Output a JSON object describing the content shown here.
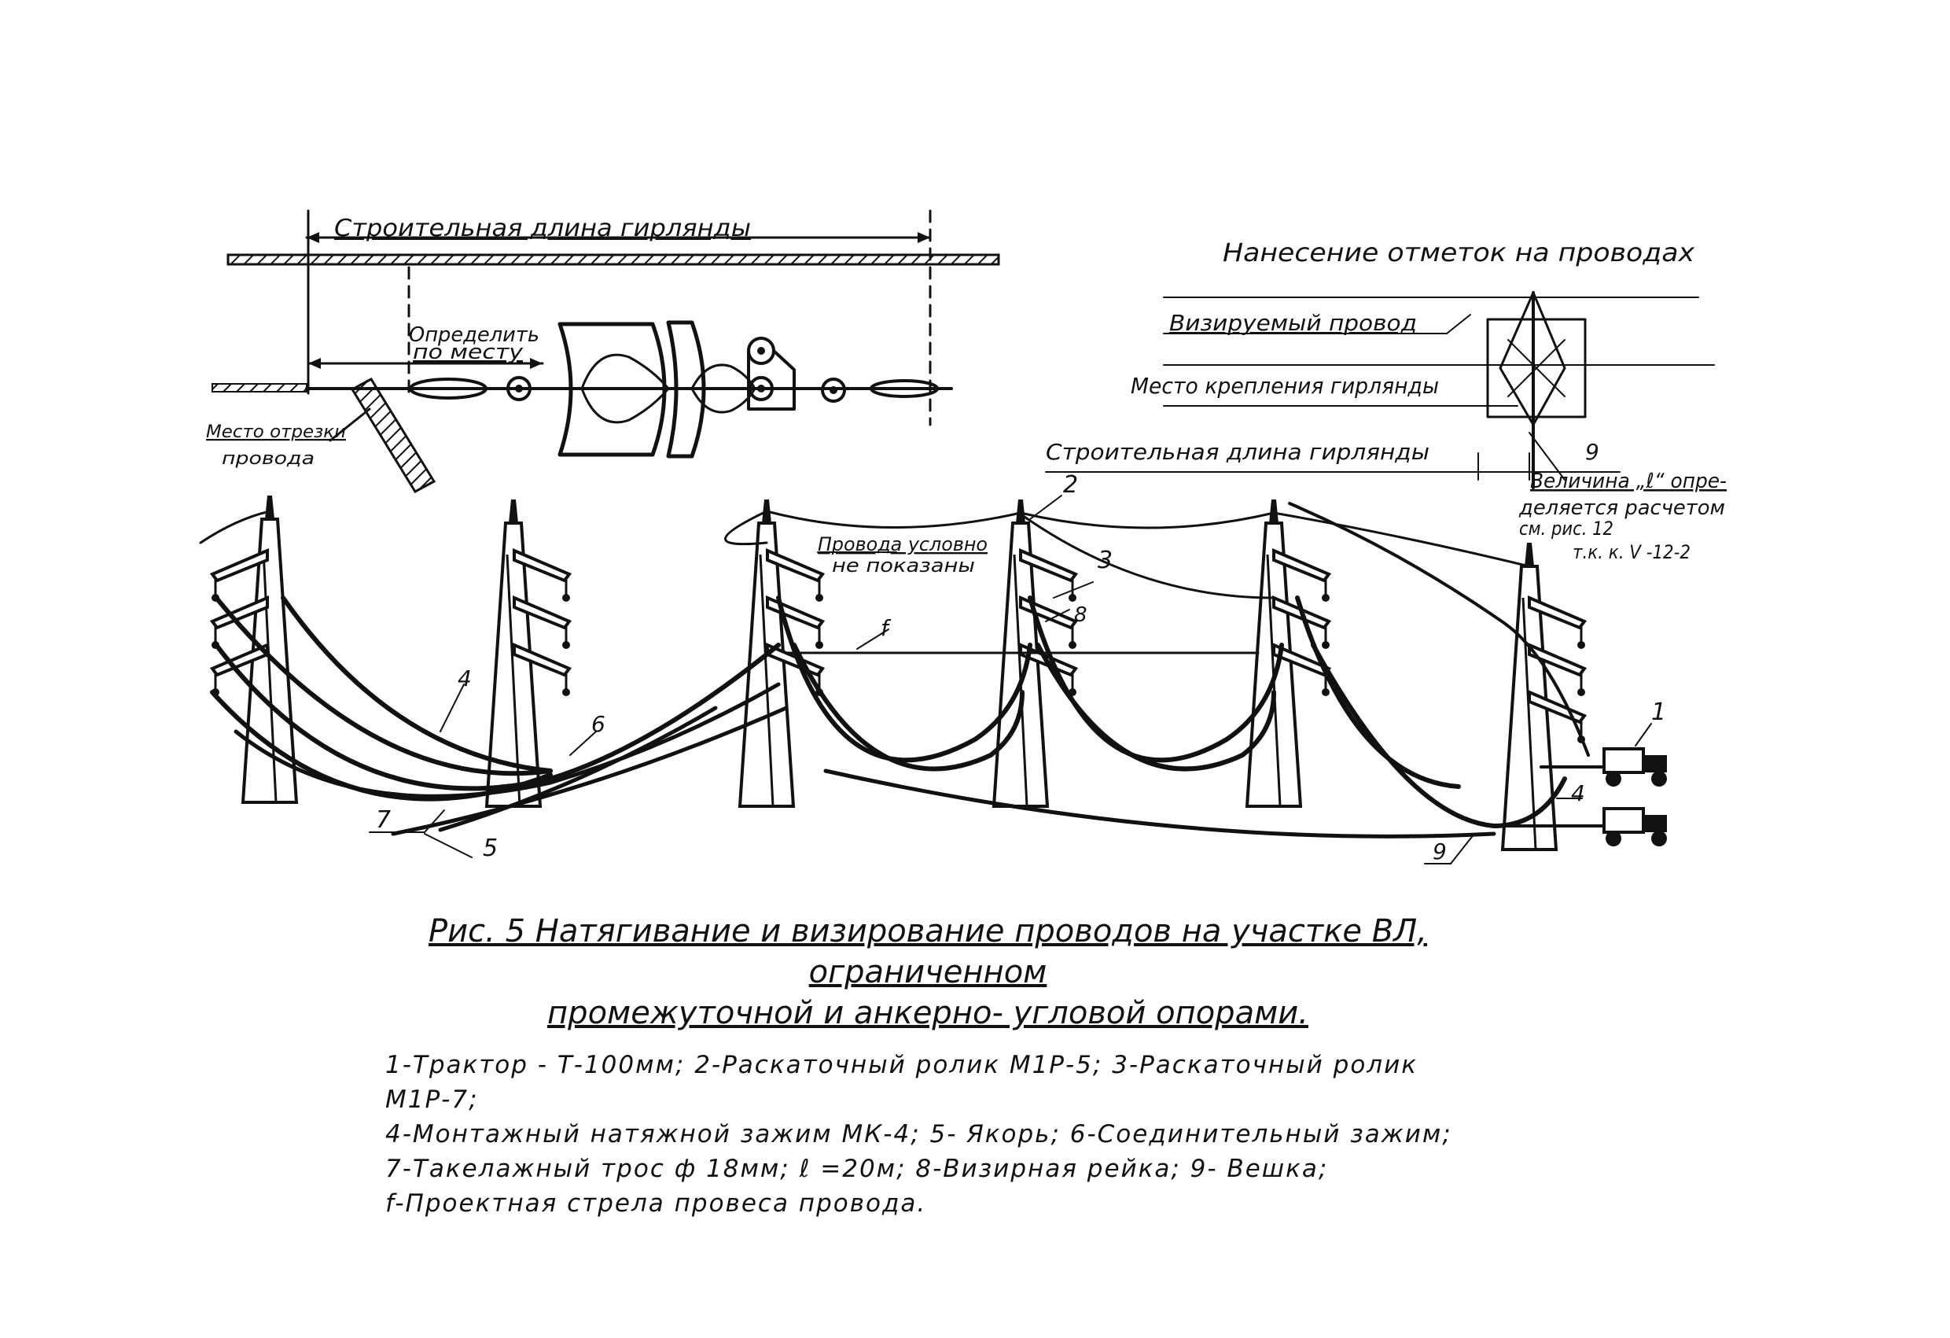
{
  "top_left": {
    "length_label": "Строительная длина гирлянды",
    "determine_label_1": "Определить",
    "determine_label_2": "по месту",
    "cut_label_1": "Место отрезки",
    "cut_label_2": "провода"
  },
  "top_right": {
    "title": "Нанесение отметок на проводах",
    "sighted_wire": "Визируемый провод",
    "attach_place": "Место крепления гирлянды",
    "length_label": "Строительная длина гирлянды",
    "num_9": "9",
    "note_1": "Величина „ℓ“ опре-",
    "note_2": "деляется расчетом",
    "note_3": "см. рис. 12",
    "note_4": "т.к. к. V -12-2"
  },
  "main": {
    "wires_note_1": "Провода условно",
    "wires_note_2": "не показаны",
    "num_1": "1",
    "num_2": "2",
    "num_3": "3",
    "num_4a": "4",
    "num_4b": "4",
    "num_5": "5",
    "num_6": "6",
    "num_7": "7",
    "num_8": "8",
    "num_9": "9",
    "num_f": "f"
  },
  "caption": {
    "title_1": "Рис. 5 Натягивание и визирование проводов на участке ВЛ, ограниченном",
    "title_2": "промежуточной и анкерно- угловой опорами.",
    "legend": [
      "1-Трактор - Т-100мм; 2-Раскаточный ролик М1Р-5; 3-Раскаточный ролик М1Р-7;",
      "4-Монтажный натяжной зажим МК-4; 5- Якорь; 6-Соединительный зажим;",
      "7-Такелажный трос ф 18мм; ℓ =20м; 8-Визирная рейка; 9- Вешка;",
      "f-Проектная стрела провеса провода."
    ]
  }
}
